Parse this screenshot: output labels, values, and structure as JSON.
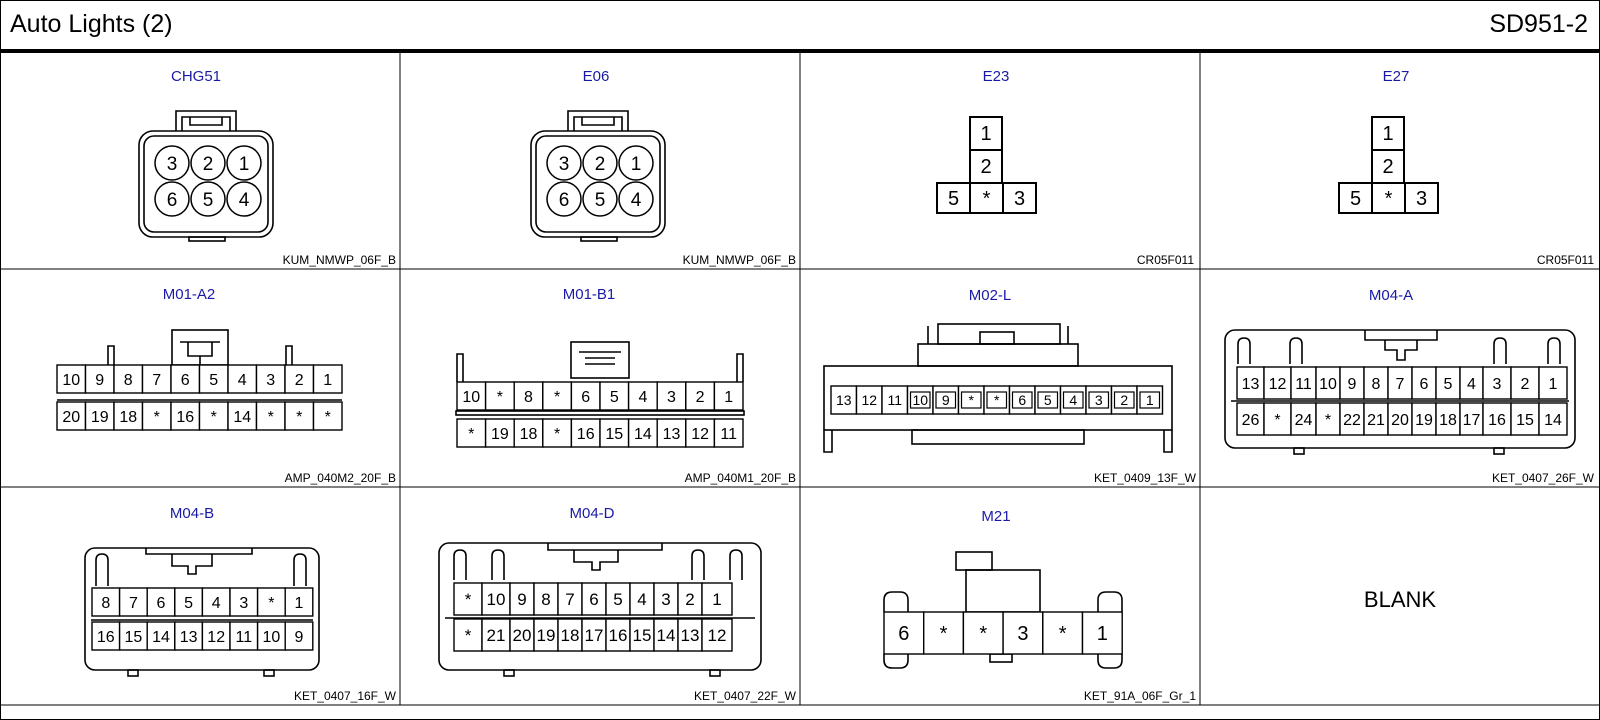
{
  "header": {
    "title": "Auto Lights (2)",
    "code": "SD951-2"
  },
  "colors": {
    "label": "#1a1aa6",
    "line": "#000000"
  },
  "connectors": [
    {
      "name": "CHG51",
      "part": "KUM_NMWP_06F_B",
      "pins": [
        [
          "3",
          "2",
          "1"
        ],
        [
          "6",
          "5",
          "4"
        ]
      ]
    },
    {
      "name": "E06",
      "part": "KUM_NMWP_06F_B",
      "pins": [
        [
          "3",
          "2",
          "1"
        ],
        [
          "6",
          "5",
          "4"
        ]
      ]
    },
    {
      "name": "E23",
      "part": "CR05F011",
      "pins": [
        [
          "1"
        ],
        [
          "2"
        ],
        [
          "5",
          "*",
          "3"
        ]
      ]
    },
    {
      "name": "E27",
      "part": "CR05F011",
      "pins": [
        [
          "1"
        ],
        [
          "2"
        ],
        [
          "5",
          "*",
          "3"
        ]
      ]
    },
    {
      "name": "M01-A2",
      "part": "AMP_040M2_20F_B",
      "pins": [
        [
          "10",
          "9",
          "8",
          "7",
          "6",
          "5",
          "4",
          "3",
          "2",
          "1"
        ],
        [
          "20",
          "19",
          "18",
          "*",
          "16",
          "*",
          "14",
          "*",
          "*",
          "*"
        ]
      ]
    },
    {
      "name": "M01-B1",
      "part": "AMP_040M1_20F_B",
      "pins": [
        [
          "10",
          "*",
          "8",
          "*",
          "6",
          "5",
          "4",
          "3",
          "2",
          "1"
        ],
        [
          "*",
          "19",
          "18",
          "*",
          "16",
          "15",
          "14",
          "13",
          "12",
          "11"
        ]
      ]
    },
    {
      "name": "M02-L",
      "part": "KET_0409_13F_W",
      "pins": [
        [
          "13",
          "12",
          "11",
          "10",
          "9",
          "*",
          "*",
          "6",
          "5",
          "4",
          "3",
          "2",
          "1"
        ]
      ]
    },
    {
      "name": "M04-A",
      "part": "KET_0407_26F_W",
      "pins": [
        [
          "13",
          "12",
          "11",
          "10",
          "9",
          "8",
          "7",
          "6",
          "5",
          "4",
          "3",
          "2",
          "1"
        ],
        [
          "26",
          "*",
          "24",
          "*",
          "22",
          "21",
          "20",
          "19",
          "18",
          "17",
          "16",
          "15",
          "14"
        ]
      ]
    },
    {
      "name": "M04-B",
      "part": "KET_0407_16F_W",
      "pins": [
        [
          "8",
          "7",
          "6",
          "5",
          "4",
          "3",
          "*",
          "1"
        ],
        [
          "16",
          "15",
          "14",
          "13",
          "12",
          "11",
          "10",
          "9"
        ]
      ]
    },
    {
      "name": "M04-D",
      "part": "KET_0407_22F_W",
      "pins": [
        [
          "*",
          "10",
          "9",
          "8",
          "7",
          "6",
          "5",
          "4",
          "3",
          "2",
          "1"
        ],
        [
          "*",
          "21",
          "20",
          "19",
          "18",
          "17",
          "16",
          "15",
          "14",
          "13",
          "12"
        ]
      ]
    },
    {
      "name": "M21",
      "part": "KET_91A_06F_Gr_1",
      "pins": [
        [
          "6",
          "*",
          "*",
          "3",
          "*",
          "1"
        ]
      ]
    }
  ],
  "blank_label": "BLANK"
}
